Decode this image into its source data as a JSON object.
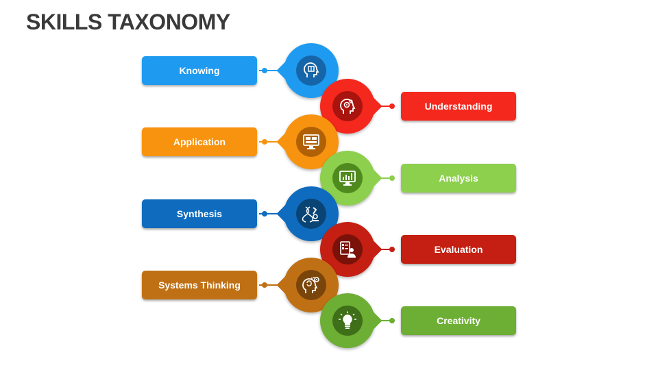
{
  "title": "SKILLS TAXONOMY",
  "items": [
    {
      "label": "Knowing",
      "side": "left",
      "color": "#1E9BF0",
      "dark": "#1565A8",
      "icon": "head-book-icon"
    },
    {
      "label": "Understanding",
      "side": "right",
      "color": "#F5281E",
      "dark": "#A9140E",
      "icon": "head-gear-icon"
    },
    {
      "label": "Application",
      "side": "left",
      "color": "#F7930E",
      "dark": "#B06106",
      "icon": "monitor-dashboard-icon"
    },
    {
      "label": "Analysis",
      "side": "right",
      "color": "#8DD04E",
      "dark": "#4F8A1E",
      "icon": "monitor-chart-icon"
    },
    {
      "label": "Synthesis",
      "side": "left",
      "color": "#0F6BBE",
      "dark": "#0A4475",
      "icon": "dna-microscope-icon"
    },
    {
      "label": "Evaluation",
      "side": "right",
      "color": "#C41F12",
      "dark": "#7A120A",
      "icon": "checklist-person-icon"
    },
    {
      "label": "Systems Thinking",
      "side": "left",
      "color": "#C07014",
      "dark": "#7A450B",
      "icon": "head-thinking-icon"
    },
    {
      "label": "Creativity",
      "side": "right",
      "color": "#6DAE34",
      "dark": "#3F6F18",
      "icon": "lightbulb-icon"
    }
  ]
}
